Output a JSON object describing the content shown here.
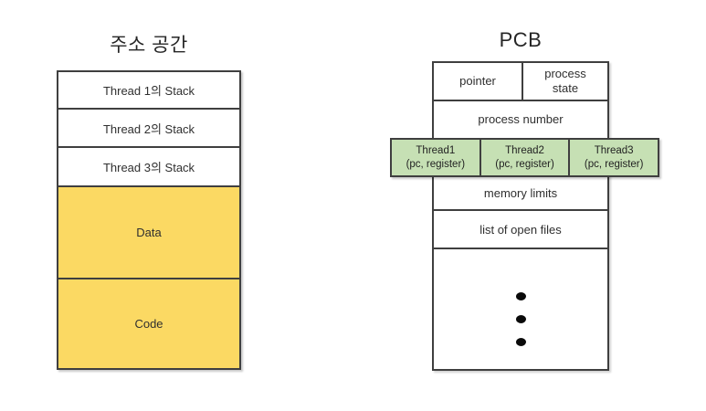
{
  "address_space": {
    "title": "주소 공간",
    "stack_rows": [
      {
        "label": "Thread 1의 Stack"
      },
      {
        "label": "Thread 2의 Stack"
      },
      {
        "label": "Thread 3의 Stack"
      }
    ],
    "data_label": "Data",
    "code_label": "Code",
    "highlight_color": "#FBD963"
  },
  "pcb": {
    "title": "PCB",
    "pointer_label": "pointer",
    "process_state_label": "process state",
    "process_number_label": "process number",
    "threads": [
      {
        "name": "Thread1",
        "registers": "(pc, register)"
      },
      {
        "name": "Thread2",
        "registers": "(pc, register)"
      },
      {
        "name": "Thread3",
        "registers": "(pc, register)"
      }
    ],
    "memory_limits_label": "memory limits",
    "open_files_label": "list of open files",
    "ellipsis_dots": 3,
    "thread_highlight_color": "#C6E0B4"
  }
}
